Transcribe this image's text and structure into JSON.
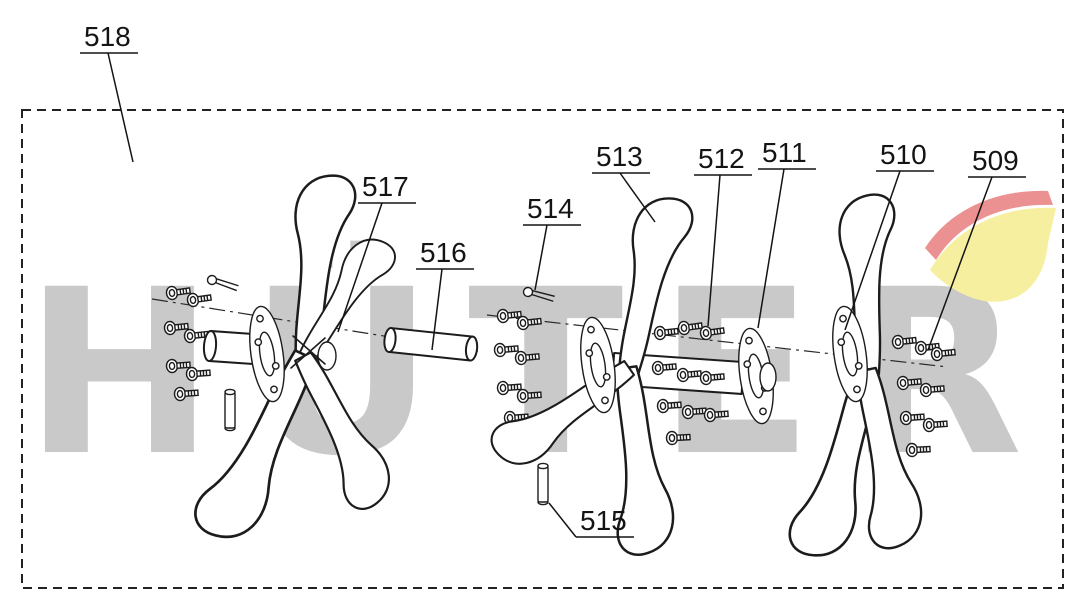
{
  "diagram": {
    "watermark": "HÜTER",
    "part_labels": {
      "l509": "509",
      "l510": "510",
      "l511": "511",
      "l512": "512",
      "l513": "513",
      "l514": "514",
      "l515": "515",
      "l516": "516",
      "l517": "517",
      "l518": "518"
    },
    "colors": {
      "line": "#1c1c1c",
      "watermark_gray": "#c9c9c9",
      "logo_yellow": "#f6efa0",
      "logo_red": "#ec9191"
    }
  }
}
